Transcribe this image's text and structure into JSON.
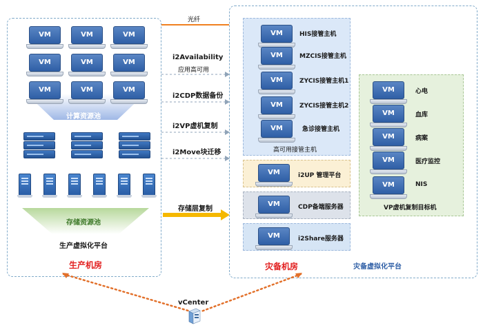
{
  "production": {
    "compute_pool": "计算资源池",
    "storage_pool": "存储资源池",
    "platform": "生产虚拟化平台",
    "room": "生产机房"
  },
  "links": {
    "fiber": "光纤",
    "availability_line1": "i2Availability",
    "availability_line2": "应用高可用",
    "cdp": "i2CDP数据备份",
    "vp": "i2VP虚机复制",
    "move": "i2Move块迁移",
    "storage_replication": "存储层复制"
  },
  "disaster": {
    "room": "灾备机房",
    "platform": "灾备虚拟化平台",
    "ha_hosts_title": "高可用接管主机",
    "ha_hosts": [
      "HIS接管主机",
      "MZCIS接管主机",
      "ZYCIS接管主机1",
      "ZYCIS接管主机2",
      "急诊接管主机"
    ],
    "i2up": "i2UP 管理平台",
    "cdp_server": "CDP备端服务器",
    "i2share": "i2Share服务器",
    "vp_targets_title": "VP虚机复制目标机",
    "vp_targets": [
      "心电",
      "血库",
      "病案",
      "医疗监控",
      "NIS"
    ]
  },
  "vcenter": "vCenter",
  "vm_label": "VM",
  "colors": {
    "accent_red": "#e21f1f",
    "fiber_orange": "#f07f1f",
    "storage_arrow": "#f5b800",
    "vcenter_dots": "#e2702a",
    "ha_panel": "#dbe8f8",
    "i2up_panel": "#fbf0d5",
    "cdp_panel": "#dde2ea",
    "share_panel": "#d6e5f5",
    "vp_panel": "#e6f1dd"
  }
}
